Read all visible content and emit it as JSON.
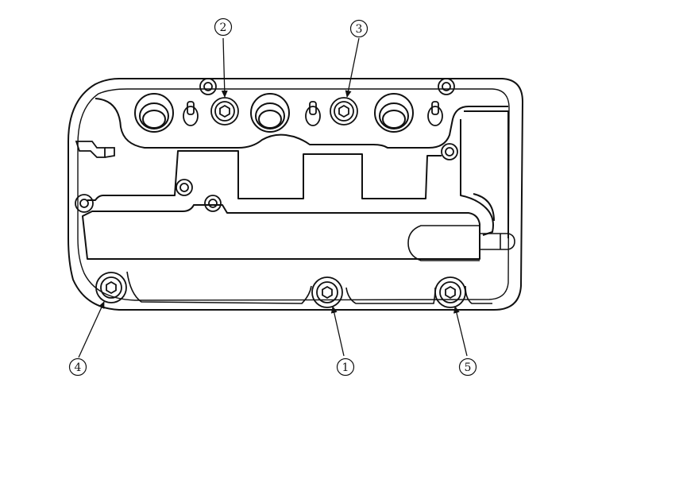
{
  "callouts": [
    {
      "id": "c2",
      "label": "2"
    },
    {
      "id": "c3",
      "label": "3"
    },
    {
      "id": "c4",
      "label": "4"
    },
    {
      "id": "c1",
      "label": "1"
    },
    {
      "id": "c5",
      "label": "5"
    }
  ],
  "colors": {
    "ink": "#111111",
    "paper": "#ffffff"
  }
}
